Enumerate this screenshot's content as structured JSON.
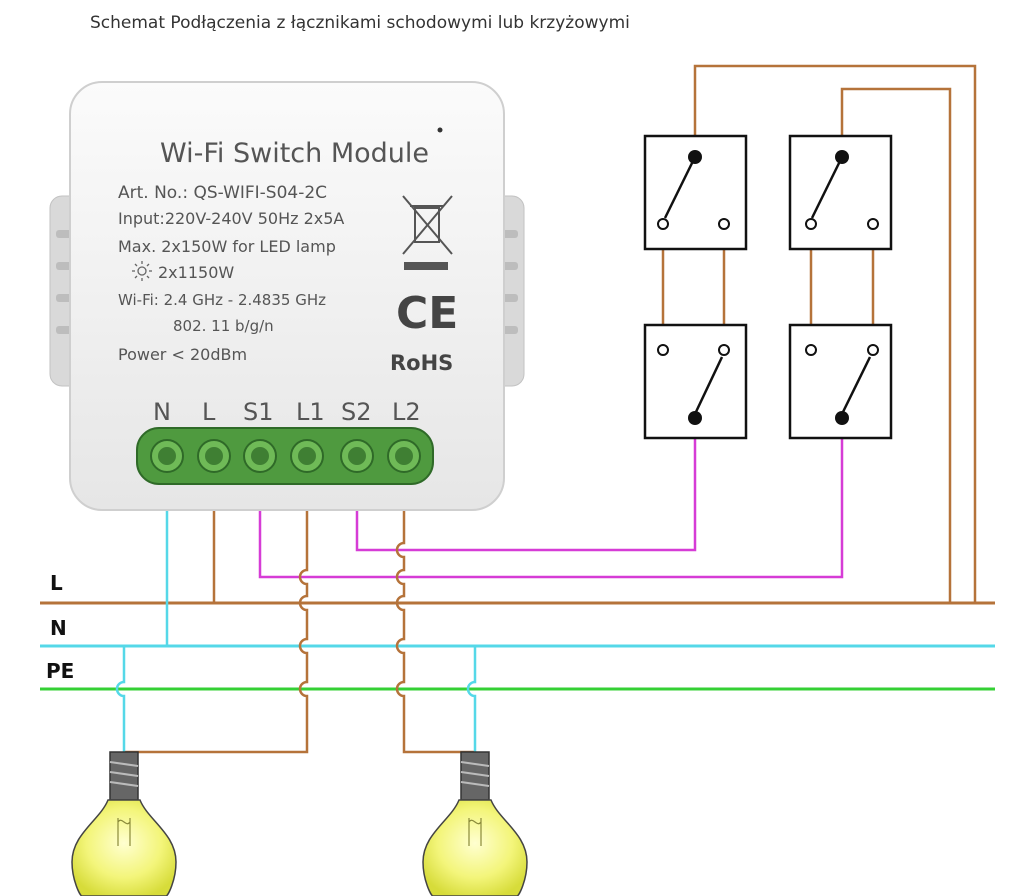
{
  "caption": "Schemat Podłączenia z łącznikami schodowymi lub krzyżowymi",
  "module": {
    "title": "Wi-Fi Switch Module",
    "art_no": "Art. No.: QS-WIFI-S04-2C",
    "input": "Input:220V-240V 50Hz 2x5A",
    "max": "Max. 2x150W for LED lamp",
    "bulb_power": "2x1150W",
    "wifi": "Wi-Fi: 2.4 GHz - 2.4835 GHz",
    "wifi_std": "802. 11 b/g/n",
    "power": "Power < 20dBm",
    "ce": "CE",
    "rohs": "RoHS",
    "terminals": [
      "N",
      "L",
      "S1",
      "L1",
      "S2",
      "L2"
    ]
  },
  "buses": {
    "l": "L",
    "n": "N",
    "pe": "PE"
  },
  "colors": {
    "phase": "#b5733a",
    "neutral": "#55d8e8",
    "earth": "#35d035",
    "switch_wire": "#d63cd6",
    "terminal_block": "#4f9a3f"
  },
  "icons": [
    "sun-icon",
    "weee-bin-icon"
  ]
}
